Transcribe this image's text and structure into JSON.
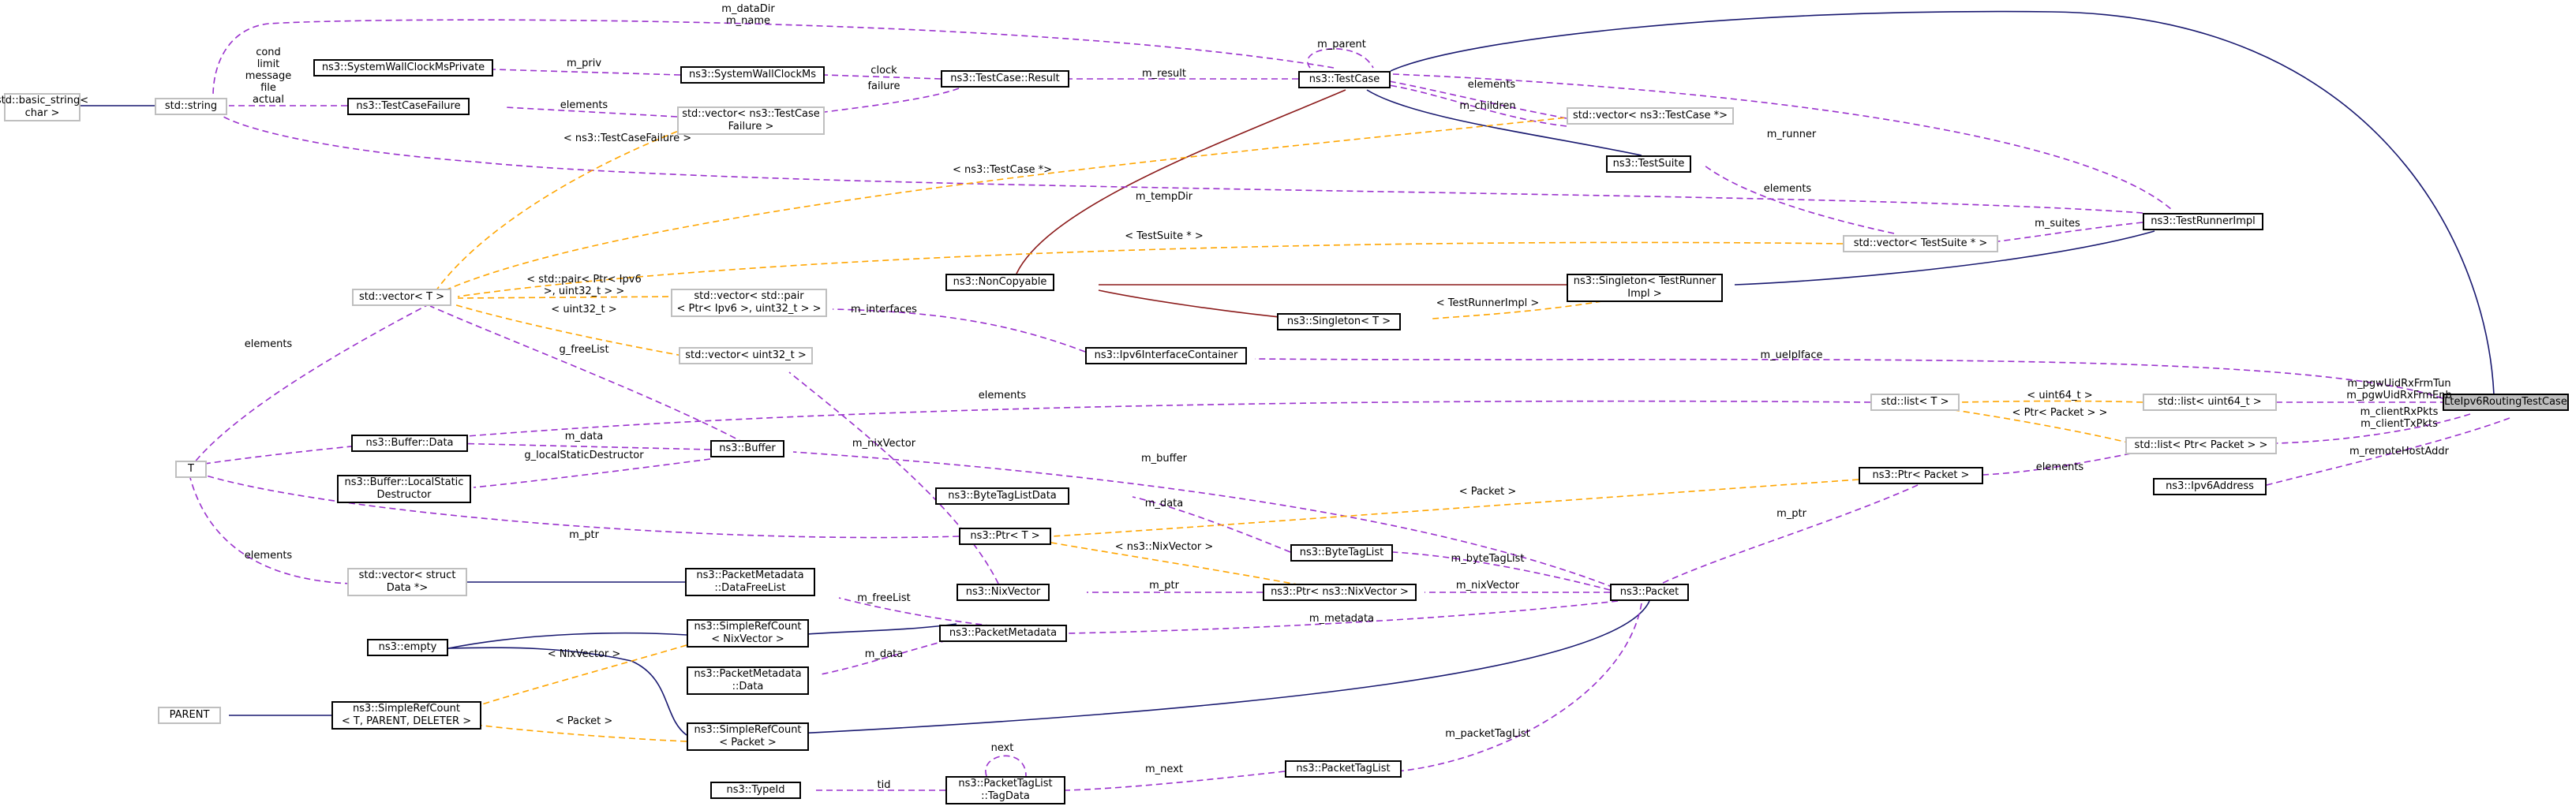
{
  "colors": {
    "node_border": "#000000",
    "template_border": "#bfbfbf",
    "focus_fill": "#bfbfbf",
    "usage": "#9a32cd",
    "template_instance": "#ffa500",
    "inheritance": "#191970",
    "private_inheritance": "#8b1a1a"
  },
  "nodes": {
    "basic_string": "std::basic_string<\nchar >",
    "string": "std::string",
    "clock_priv": "ns3::SystemWallClockMsPrivate",
    "clock_ms": "ns3::SystemWallClockMs",
    "tc_failure": "ns3::TestCaseFailure",
    "result": "ns3::TestCase::Result",
    "testcase": "ns3::TestCase",
    "vec_failure": "std::vector< ns3::TestCase\nFailure >",
    "vec_testcase": "std::vector< ns3::TestCase *>",
    "testsuite": "ns3::TestSuite",
    "runner_impl": "ns3::TestRunnerImpl",
    "vec_suite": "std::vector< TestSuite * >",
    "noncopyable": "ns3::NonCopyable",
    "singleton_runner": "ns3::Singleton< TestRunner\nImpl >",
    "singleton_t": "ns3::Singleton< T >",
    "vec_t": "std::vector< T >",
    "vec_pair": "std::vector< std::pair\n< Ptr< Ipv6 >, uint32_t > >",
    "ipv6_container": "ns3::Ipv6InterfaceContainer",
    "vec_uint32": "std::vector< uint32_t >",
    "list_t": "std::list< T >",
    "list_uint64": "std::list< uint64_t >",
    "focus": "LteIpv6RoutingTestCase",
    "list_ptr_packet": "std::list< Ptr< Packet > >",
    "T": "T",
    "buffer_data": "ns3::Buffer::Data",
    "buffer": "ns3::Buffer",
    "buffer_lsd": "ns3::Buffer::LocalStatic\nDestructor",
    "ptr_packet": "ns3::Ptr< Packet >",
    "ipv6_address": "ns3::Ipv6Address",
    "bytetaglistdata": "ns3::ByteTagListData",
    "ptr_t": "ns3::Ptr< T >",
    "bytetaglist": "ns3::ByteTagList",
    "vec_struct_data": "std::vector< struct\nData *>",
    "pm_dfl": "ns3::PacketMetadata\n::DataFreeList",
    "nixvector": "ns3::NixVector",
    "ptr_nix": "ns3::Ptr< ns3::NixVector >",
    "packet": "ns3::Packet",
    "empty": "ns3::empty",
    "src_nix": "ns3::SimpleRefCount\n< NixVector >",
    "packetmetadata": "ns3::PacketMetadata",
    "pm_data": "ns3::PacketMetadata\n::Data",
    "parent": "PARENT",
    "src_generic": "ns3::SimpleRefCount\n< T, PARENT, DELETER >",
    "src_packet": "ns3::SimpleRefCount\n< Packet >",
    "packettaglist": "ns3::PacketTagList",
    "typeid": "ns3::TypeId",
    "ptl_tagdata": "ns3::PacketTagList\n::TagData"
  },
  "labels": {
    "datadir": "m_dataDir\nm_name",
    "parent": "m_parent",
    "cond": "cond\nlimit\nmessage\nfile\nactual",
    "priv": "m_priv",
    "clock": "clock",
    "result": "m_result",
    "failure": "failure",
    "elements_failure": "elements",
    "elements_tc": "elements",
    "children": "m_children",
    "runner": "m_runner",
    "tc_failure_inst": "< ns3::TestCaseFailure >",
    "tc_ptr_inst": "< ns3::TestCase *>",
    "tempdir": "m_tempDir",
    "elements_suite": "elements",
    "suites": "m_suites",
    "suite_ptr_inst": "< TestSuite * >",
    "pair_inst": "< std::pair< Ptr< Ipv6\n>, uint32_t > >",
    "uint32_inst": "< uint32_t >",
    "interfaces": "m_interfaces",
    "runnerimpl_inst": "< TestRunnerImpl >",
    "ueipiface": "m_ueIpIface",
    "elements_vec": "elements",
    "freelist_g": "g_freeList",
    "elements_list": "elements",
    "uint64_inst": "< uint64_t >",
    "pgw": "m_pgwUidRxFrmTun\nm_pgwUidRxFrmEnb",
    "ptr_packet_inst": "< Ptr< Packet > >",
    "client": "m_clientRxPkts\nm_clientTxPkts",
    "data_buf": "m_data",
    "nixvector_m": "m_nixVector",
    "buffer_m": "m_buffer",
    "lsd": "g_localStaticDestructor",
    "remotehost": "m_remoteHostAddr",
    "elements_ptrpkt": "elements",
    "packet_inst": "< Packet >",
    "data_btl": "m_data",
    "ptr_m1": "m_ptr",
    "ptr_m2": "m_ptr",
    "nix_inst": "< ns3::NixVector >",
    "bytetaglist_m": "m_byteTagList",
    "elements_struct": "elements",
    "freelist_m": "m_freeList",
    "ptr_m3": "m_ptr",
    "nixvector_m2": "m_nixVector",
    "metadata": "m_metadata",
    "nixvector_inst": "< NixVector >",
    "data_pm": "m_data",
    "packet_inst2": "< Packet >",
    "packettaglist_m": "m_packetTagList",
    "next_self": "next",
    "next_m": "m_next",
    "tid": "tid"
  }
}
